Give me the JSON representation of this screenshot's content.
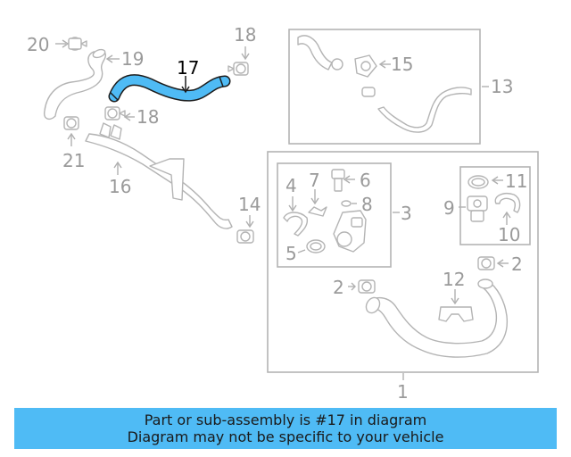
{
  "highlight_color": "#4fbbf5",
  "highlighted_part": "17",
  "callouts": {
    "c1": "1",
    "c2a": "2",
    "c2b": "2",
    "c3": "3",
    "c4": "4",
    "c5": "5",
    "c6": "6",
    "c7": "7",
    "c8": "8",
    "c9": "9",
    "c10": "10",
    "c11": "11",
    "c12": "12",
    "c13": "13",
    "c14": "14",
    "c15": "15",
    "c16": "16",
    "c17": "17",
    "c18a": "18",
    "c18b": "18",
    "c19": "19",
    "c20": "20",
    "c21": "21"
  },
  "banner": {
    "line1": "Part or sub-assembly is #17 in diagram",
    "line2": "Diagram may not be specific to your vehicle"
  }
}
